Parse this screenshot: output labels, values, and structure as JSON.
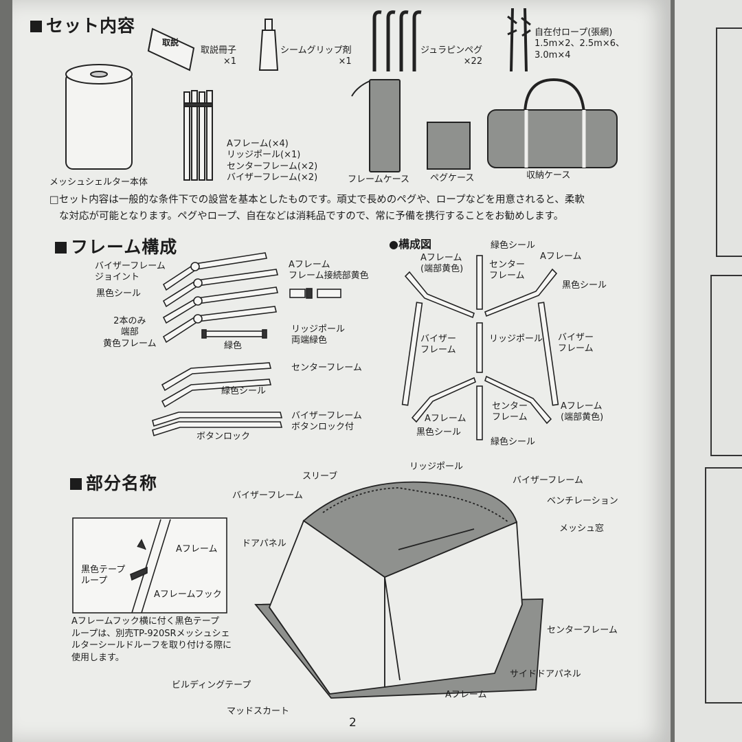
{
  "set_section": {
    "title": "セット内容",
    "items": [
      {
        "label": "取説冊子",
        "qty": "×1"
      },
      {
        "label": "シームグリップ剤",
        "qty": "×1"
      },
      {
        "label": "ジュラピンペグ",
        "qty": "×22"
      },
      {
        "label": "自在付ロープ(張網)",
        "qty": "1.5m×2、2.5m×6、\n3.0m×4"
      },
      {
        "label": "メッシュシェルター本体"
      },
      {
        "label": "Aフレーム(×4)\nリッジポール(×1)\nセンターフレーム(×2)\nバイザーフレーム(×2)"
      },
      {
        "label": "フレームケース"
      },
      {
        "label": "ペグケース"
      },
      {
        "label": "収納ケース"
      }
    ],
    "manual_cover_text": "取説",
    "note_line1": "□セット内容は一般的な条件下での設営を基本としたものです。頑丈で長めのペグや、ロープなどを用意されると、柔軟",
    "note_line2": "な対応が可能となります。ペグやロープ、自在などは消耗品ですので、常に予備を携行することをお勧めします。"
  },
  "frame_section": {
    "title": "フレーム構成",
    "labels": {
      "visor_joint": "バイザーフレーム\nジョイント",
      "black_seal": "黒色シール",
      "yellow_two": "2本のみ\n端部\n黄色フレーム",
      "a_frame_joint": "Aフレーム\nフレーム接続部黄色",
      "ridge_pole": "リッジポール\n両端緑色",
      "green": "緑色",
      "center_frame": "センターフレーム",
      "green_seal": "緑色シール",
      "visor_lock": "バイザーフレーム\nボタンロック付",
      "button_lock": "ボタンロック"
    }
  },
  "diagram_section": {
    "title": "●構成図",
    "labels": {
      "green_seal_top": "緑色シール",
      "a_frame_yellow_left": "Aフレーム\n(端部黄色)",
      "center_frame_top": "センター\nフレーム",
      "a_frame_right": "Aフレーム",
      "black_seal_right": "黒色シール",
      "visor_left": "バイザー\nフレーム",
      "ridge_pole": "リッジポール",
      "visor_right": "バイザー\nフレーム",
      "a_frame_left_bottom": "Aフレーム",
      "black_seal_bottom": "黒色シール",
      "center_frame_bottom": "センター\nフレーム",
      "a_frame_yellow_right": "Aフレーム\n(端部黄色)",
      "green_seal_bottom": "緑色シール"
    }
  },
  "parts_section": {
    "title": "部分名称",
    "inset_labels": {
      "a_frame": "Aフレーム",
      "black_tape_loop": "黒色テープ\nループ",
      "a_frame_hook": "Aフレームフック"
    },
    "inset_caption": "Aフレームフック横に付く黒色テープ\nループは、別売TP-920SRメッシュシェ\nルターシールドルーフを取り付ける際に\n使用します。",
    "labels": {
      "sleeve": "スリーブ",
      "ridge_pole": "リッジポール",
      "visor_frame_top": "バイザーフレーム",
      "visor_frame_left": "バイザーフレーム",
      "ventilation": "ベンチレーション",
      "door_panel": "ドアパネル",
      "mesh_window": "メッシュ窓",
      "center_frame": "センターフレーム",
      "side_door_panel": "サイドドアパネル",
      "building_tape": "ビルディングテープ",
      "a_frame": "Aフレーム",
      "mud_skirt": "マッドスカート"
    }
  },
  "page_number": "2",
  "colors": {
    "paper": "#ecedea",
    "ink": "#1c1c1c",
    "gray_fill": "#8a8c89"
  }
}
